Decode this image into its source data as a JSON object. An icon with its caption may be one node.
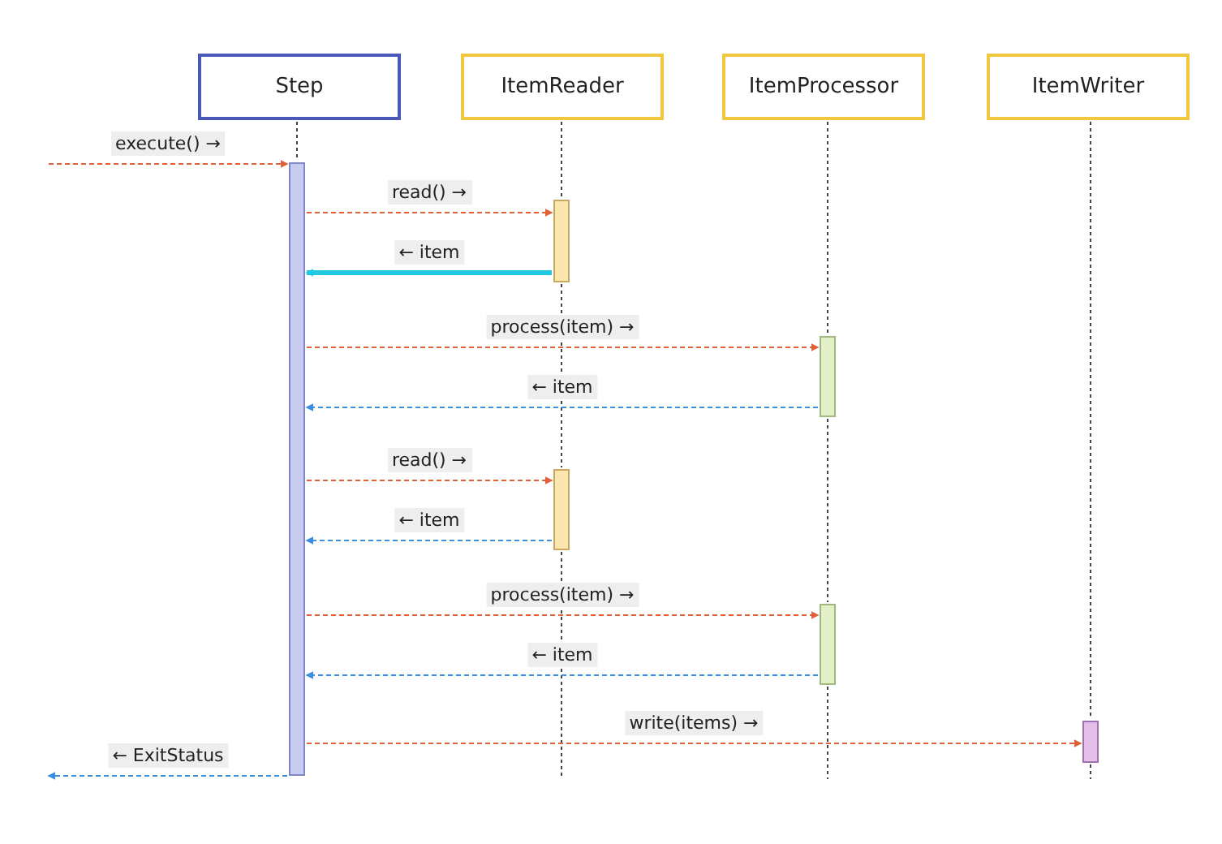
{
  "diagram": {
    "nodes": [
      {
        "text": [
          "Step"
        ]
      },
      {
        "text": [
          "ItemReader"
        ]
      },
      {
        "text": [
          "ItemProcessor"
        ]
      },
      {
        "text": [
          "ItemWriter"
        ]
      },
      {
        "text": [],
        "shape": "bar"
      },
      {
        "text": [],
        "shape": "bar"
      },
      {
        "text": [],
        "shape": "bar"
      },
      {
        "text": [],
        "shape": "bar"
      },
      {
        "text": [],
        "shape": "bar"
      },
      {
        "text": [],
        "shape": "bar"
      }
    ],
    "edges": [
      {
        "from": null,
        "to": 4,
        "arrow": "to",
        "label": "execute() →",
        "style": "dashed",
        "color": "#e0603a"
      },
      {
        "from": 4,
        "to": 5,
        "arrow": "to",
        "label": "read() →",
        "style": "dashed",
        "color": "#e0603a"
      },
      {
        "from": 5,
        "to": 4,
        "arrow": "to",
        "label": "← item",
        "style": "thick",
        "color": "#20c8e0"
      },
      {
        "from": 4,
        "to": 6,
        "arrow": "to",
        "label": "process(item) →",
        "style": "dashed",
        "color": "#e0603a"
      },
      {
        "from": 6,
        "to": 4,
        "arrow": "to",
        "label": "← item",
        "style": "dashed",
        "color": "#3a8ee0"
      },
      {
        "from": 4,
        "to": 7,
        "arrow": "to",
        "label": "read() →",
        "style": "dashed",
        "color": "#e0603a"
      },
      {
        "from": 7,
        "to": 4,
        "arrow": "to",
        "label": "← item",
        "style": "dashed",
        "color": "#3a8ee0"
      },
      {
        "from": 4,
        "to": 8,
        "arrow": "to",
        "label": "process(item) →",
        "style": "dashed",
        "color": "#e0603a"
      },
      {
        "from": 8,
        "to": 4,
        "arrow": "to",
        "label": "← item",
        "style": "dashed",
        "color": "#3a8ee0"
      },
      {
        "from": 4,
        "to": 9,
        "arrow": "to",
        "label": "write(items) →",
        "style": "dashed",
        "color": "#e0603a"
      },
      {
        "from": 4,
        "to": null,
        "arrow": "to",
        "label": "← ExitStatus",
        "style": "dashed",
        "color": "#3a8ee0"
      },
      {
        "from": 0,
        "to": 4,
        "arrow": "none",
        "style": "dashed",
        "color": "#444444"
      },
      {
        "from": 1,
        "to": 5,
        "arrow": "none",
        "style": "dashed",
        "color": "#444444"
      },
      {
        "from": 5,
        "to": 7,
        "arrow": "none",
        "style": "dashed",
        "color": "#444444"
      },
      {
        "from": 7,
        "to": null,
        "arrow": "none",
        "style": "dashed",
        "color": "#444444"
      },
      {
        "from": 2,
        "to": 6,
        "arrow": "none",
        "style": "dashed",
        "color": "#444444"
      },
      {
        "from": 6,
        "to": 8,
        "arrow": "none",
        "style": "dashed",
        "color": "#444444"
      },
      {
        "from": 8,
        "to": null,
        "arrow": "none",
        "style": "dashed",
        "color": "#444444"
      },
      {
        "from": 3,
        "to": 9,
        "arrow": "none",
        "style": "dashed",
        "color": "#444444"
      },
      {
        "from": 9,
        "to": null,
        "arrow": "none",
        "style": "dashed",
        "color": "#444444"
      }
    ]
  }
}
